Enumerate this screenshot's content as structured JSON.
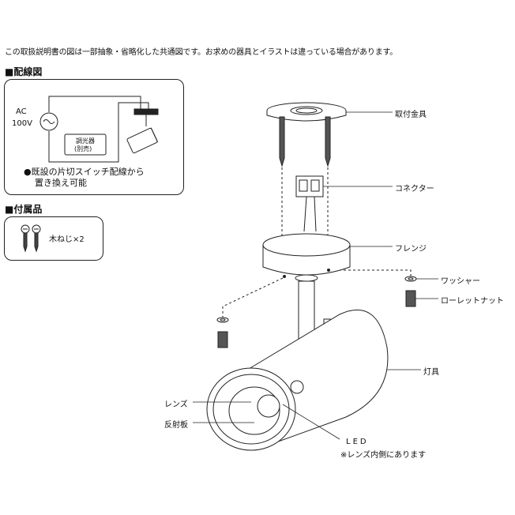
{
  "header": {
    "note": "この取扱説明書の図は一部抽象・省略化した共通図です。お求めの器具とイラストは違っている場合があります。"
  },
  "wiring": {
    "title": "■配線図",
    "ac_label": "AC",
    "voltage_label": "100V",
    "dimmer_label": "調光器",
    "dimmer_note": "(別売)",
    "note_line1": "●既設の片切スイッチ配線から",
    "note_line2": "置き換え可能"
  },
  "accessories": {
    "title": "■付属品",
    "item": "木ねじ×2"
  },
  "parts": {
    "mounting_bracket": "取付金具",
    "connector": "コネクター",
    "flange": "フレンジ",
    "washer": "ワッシャー",
    "knurled_nut": "ローレットナット",
    "fixture": "灯具",
    "lens": "レンズ",
    "reflector": "反射板",
    "led": "LED",
    "led_note": "※レンズ内側にあります"
  }
}
